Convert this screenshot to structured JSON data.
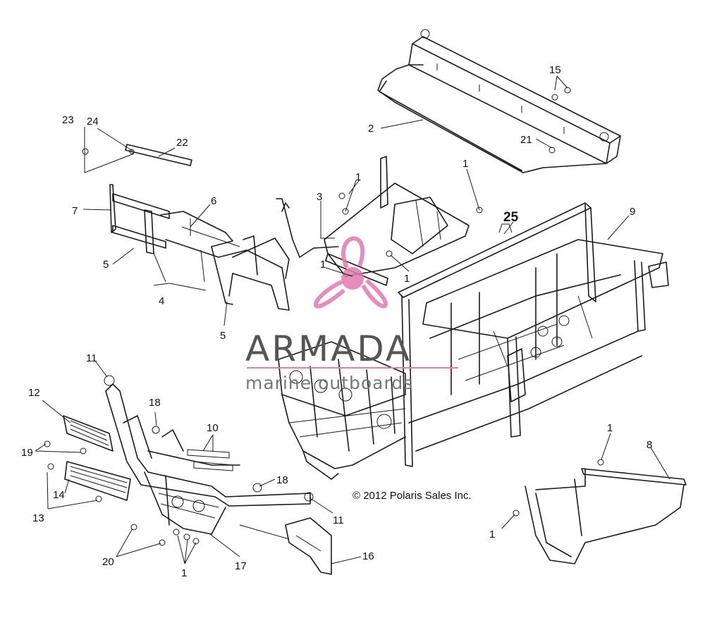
{
  "callouts": [
    {
      "label": "23"
    },
    {
      "label": "24"
    },
    {
      "label": "22"
    },
    {
      "label": "7"
    },
    {
      "label": "6"
    },
    {
      "label": "5"
    },
    {
      "label": "4"
    },
    {
      "label": "5"
    },
    {
      "label": "3"
    },
    {
      "label": "1"
    },
    {
      "label": "1"
    },
    {
      "label": "1"
    },
    {
      "label": "1"
    },
    {
      "label": "25"
    },
    {
      "label": "9"
    },
    {
      "label": "2"
    },
    {
      "label": "15"
    },
    {
      "label": "21"
    },
    {
      "label": "11"
    },
    {
      "label": "12"
    },
    {
      "label": "18"
    },
    {
      "label": "10"
    },
    {
      "label": "19"
    },
    {
      "label": "14"
    },
    {
      "label": "13"
    },
    {
      "label": "18"
    },
    {
      "label": "11"
    },
    {
      "label": "20"
    },
    {
      "label": "1"
    },
    {
      "label": "17"
    },
    {
      "label": "16"
    },
    {
      "label": "1"
    },
    {
      "label": "8"
    },
    {
      "label": "1"
    }
  ],
  "copyright": "© 2012 Polaris Sales Inc.",
  "watermark": {
    "brand": "ARMADA",
    "tagline": "marine outboards",
    "color": "#e07bb0"
  }
}
